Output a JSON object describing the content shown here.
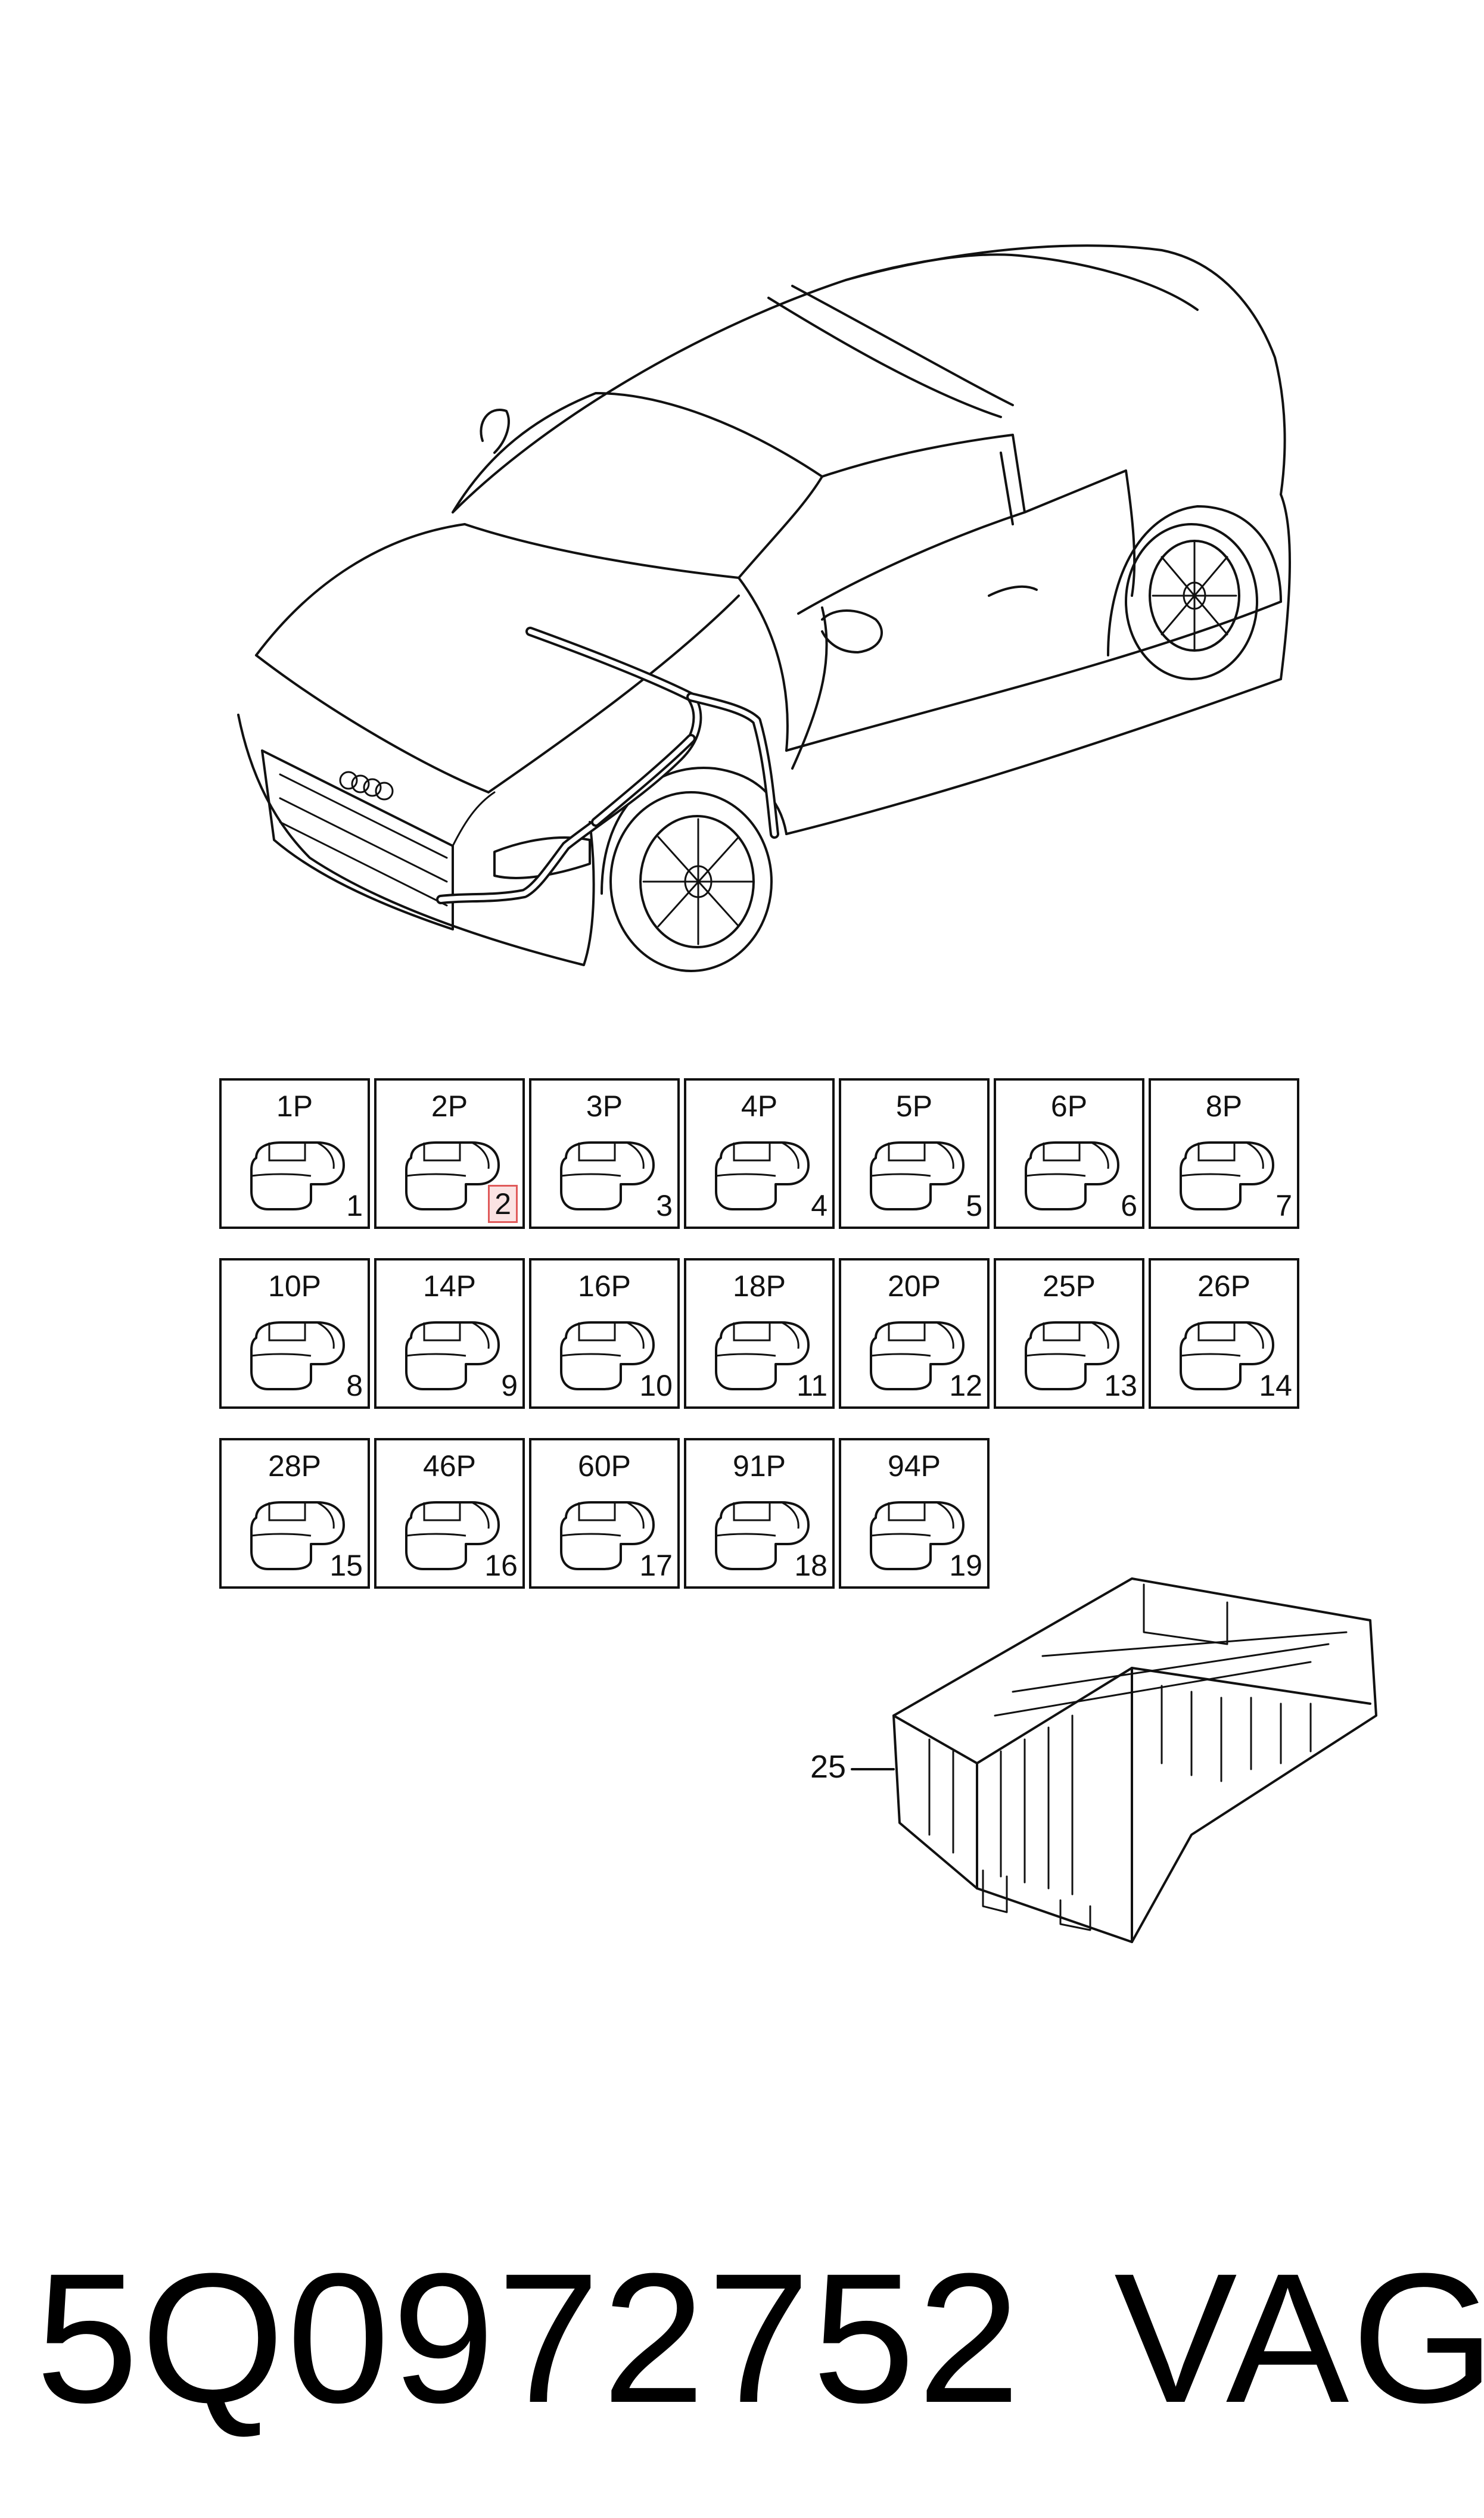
{
  "connectors": [
    {
      "pins": "1P",
      "number": "1"
    },
    {
      "pins": "2P",
      "number": "2"
    },
    {
      "pins": "3P",
      "number": "3"
    },
    {
      "pins": "4P",
      "number": "4"
    },
    {
      "pins": "5P",
      "number": "5"
    },
    {
      "pins": "6P",
      "number": "6"
    },
    {
      "pins": "8P",
      "number": "7"
    },
    {
      "pins": "10P",
      "number": "8"
    },
    {
      "pins": "14P",
      "number": "9"
    },
    {
      "pins": "16P",
      "number": "10"
    },
    {
      "pins": "18P",
      "number": "11"
    },
    {
      "pins": "20P",
      "number": "12"
    },
    {
      "pins": "25P",
      "number": "13"
    },
    {
      "pins": "26P",
      "number": "14"
    },
    {
      "pins": "28P",
      "number": "15"
    },
    {
      "pins": "46P",
      "number": "16"
    },
    {
      "pins": "60P",
      "number": "17"
    },
    {
      "pins": "91P",
      "number": "18"
    },
    {
      "pins": "94P",
      "number": "19"
    }
  ],
  "highlighted_number": "2",
  "fuse_box_callout": "25",
  "footer": {
    "part_number": "5Q0972752",
    "brand": "VAG"
  }
}
